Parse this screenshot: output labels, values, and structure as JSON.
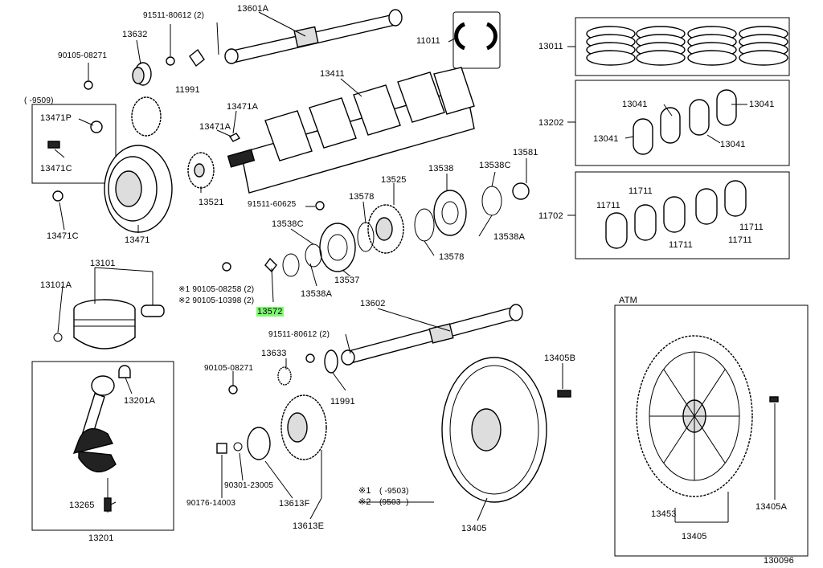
{
  "diagram": {
    "figure_number": "130096",
    "atm_label": "ATM",
    "legend": {
      "row1_mark": "※1",
      "row1_range": "(      -9503)",
      "row2_mark": "※2",
      "row2_range": "(9503-        )"
    },
    "notes": {
      "note1": "※1 90105-08258 (2)",
      "note2": "※2 90105-10398 (2)",
      "date_9509": "(      -9509)"
    },
    "labels": {
      "p13601A": "13601A",
      "p91511_80612_top": "91511-80612 (2)",
      "p13632": "13632",
      "p90105_08271_top": "90105-08271",
      "p11991_top": "11991",
      "p11011": "11011",
      "p13011": "13011",
      "p13411": "13411",
      "p13471P": "13471P",
      "p13471C_top": "13471C",
      "p13471A_1": "13471A",
      "p13471A_2": "13471A",
      "p13471C_bot": "13471C",
      "p13471": "13471",
      "p13521": "13521",
      "p13202": "13202",
      "p13041_a": "13041",
      "p13041_b": "13041",
      "p13041_c": "13041",
      "p13041_d": "13041",
      "p13538_top": "13538",
      "p13538C_top": "13538C",
      "p13581": "13581",
      "p13525": "13525",
      "p13578_a": "13578",
      "p91511_60625": "91511-60625",
      "p13538C_mid": "13538C",
      "p13538A_right": "13538A",
      "p13578_b": "13578",
      "p11702": "11702",
      "p11711_a": "11711",
      "p11711_b": "11711",
      "p11711_c": "11711",
      "p11711_d": "11711",
      "p11711_e": "11711",
      "p13101": "13101",
      "p13101A": "13101A",
      "p13538A_mid": "13538A",
      "p13537": "13537",
      "p13572": "13572",
      "p13602": "13602",
      "p91511_80612_bot": "91511-80612 (2)",
      "p13633": "13633",
      "p90105_08271_bot": "90105-08271",
      "p11991_bot": "11991",
      "p13405B": "13405B",
      "p13201A": "13201A",
      "p13265": "13265",
      "p13201": "13201",
      "p90301_23005": "90301-23005",
      "p90176_14003": "90176-14003",
      "p13613F": "13613F",
      "p13613E": "13613E",
      "p13405_left": "13405",
      "p13453": "13453",
      "p13405_right": "13405",
      "p13405A": "13405A"
    }
  }
}
